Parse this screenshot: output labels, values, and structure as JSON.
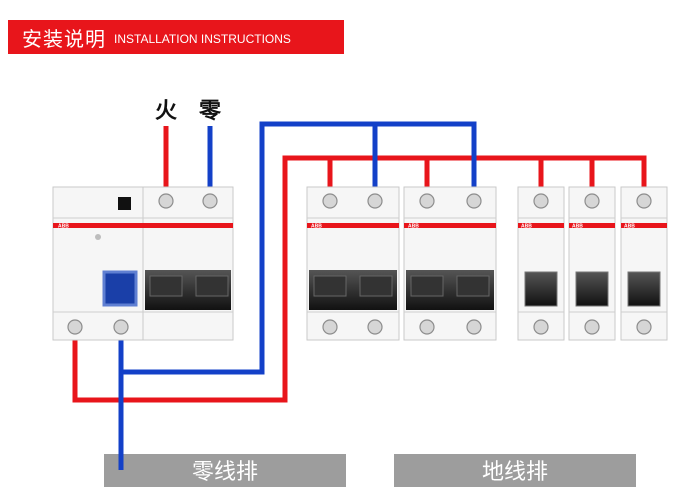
{
  "banner": {
    "title_cn": "安装说明",
    "title_en": "INSTALLATION INSTRUCTIONS"
  },
  "terminals": {
    "live": "火",
    "neutral": "零"
  },
  "bars": {
    "neutral": "零线排",
    "earth": "地线排"
  },
  "brand": "ABB",
  "colors": {
    "live": "#e8151b",
    "neutral": "#1340c8",
    "banner": "#e8151b",
    "bar": "#9d9d9d"
  },
  "icons": {
    "terminal": "screw-terminal-icon",
    "handle": "breaker-handle-icon",
    "test": "test-button-icon"
  }
}
